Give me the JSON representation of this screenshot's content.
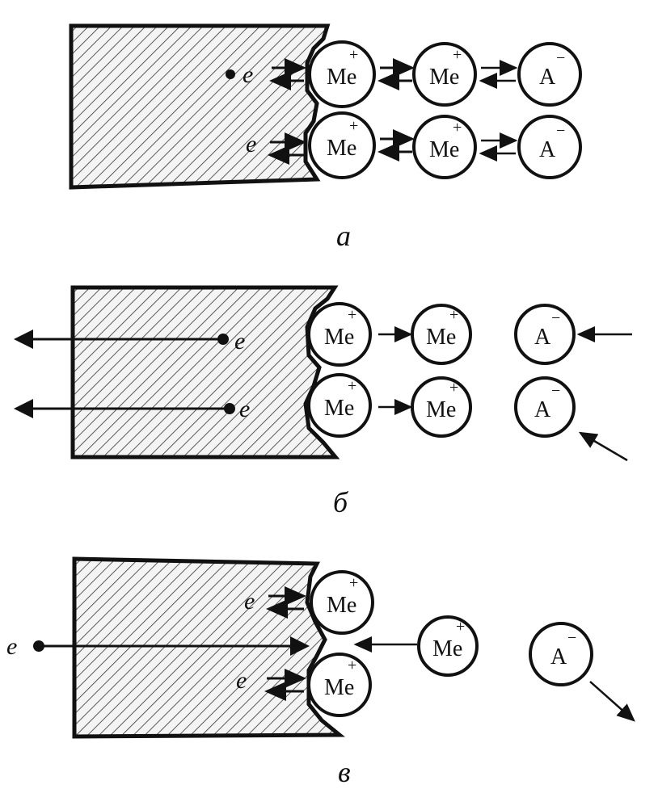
{
  "symbols": {
    "metal_ion": "Me",
    "cation_charge": "+",
    "anion": "A",
    "anion_charge": "−",
    "electron": "e"
  },
  "panels": [
    {
      "label": "а"
    },
    {
      "label": "б"
    },
    {
      "label": "в"
    }
  ]
}
